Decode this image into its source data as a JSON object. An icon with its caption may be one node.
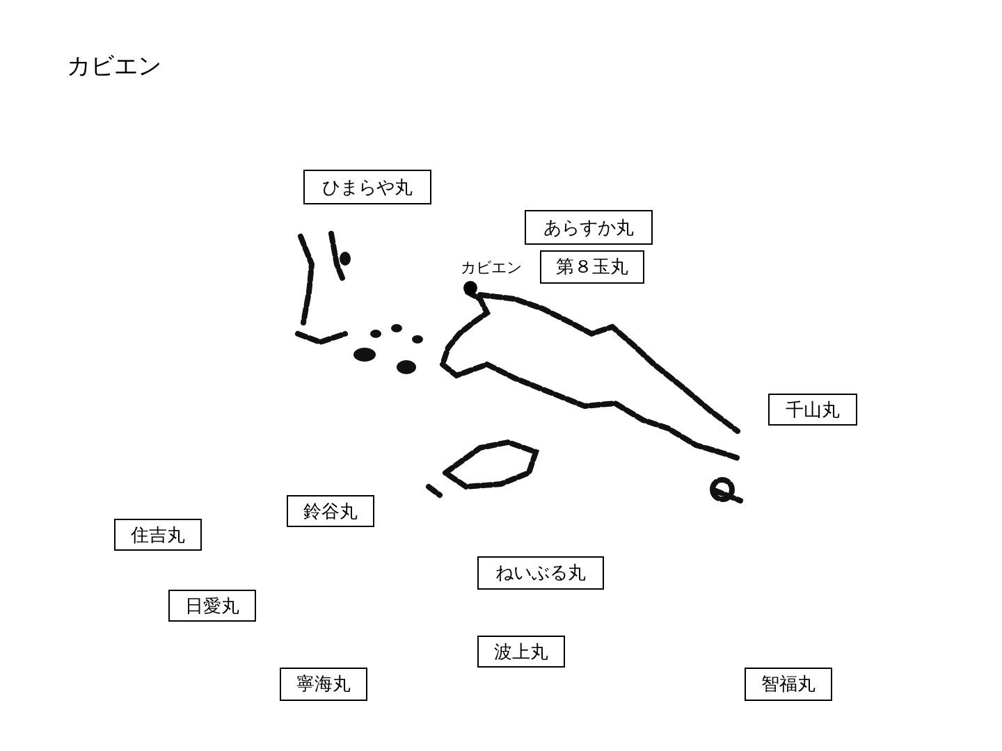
{
  "diagram": {
    "title": "カビエン",
    "nodes": [
      {
        "text": [
          "ひまらや丸"
        ]
      },
      {
        "text": [
          "あらすか丸"
        ]
      },
      {
        "text": [
          "第８玉丸"
        ]
      },
      {
        "text": [
          "千山丸"
        ]
      },
      {
        "text": [
          "鈴谷丸"
        ]
      },
      {
        "text": [
          "住吉丸"
        ]
      },
      {
        "text": [
          "ねいぶる丸"
        ]
      },
      {
        "text": [
          "日愛丸"
        ]
      },
      {
        "text": [
          "波上丸"
        ]
      },
      {
        "text": [
          "寧海丸"
        ]
      },
      {
        "text": [
          "智福丸"
        ]
      }
    ],
    "labels": [
      "カビエン"
    ]
  }
}
